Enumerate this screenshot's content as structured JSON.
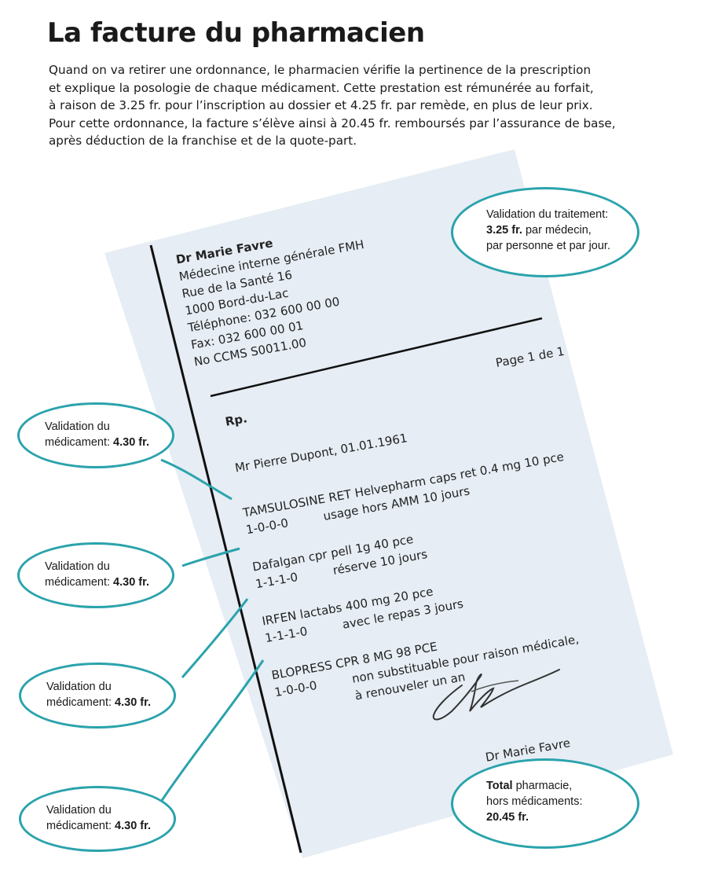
{
  "title": "La facture du pharmacien",
  "intro": [
    "Quand on va retirer une ordonnance, le pharmacien vérifie la pertinence de la prescription",
    "et explique la posologie de chaque médicament. Cette prestation est rémunérée au forfait,",
    "à raison de 3.25 fr. pour l’inscription au dossier et 4.25 fr. par remède, en plus de leur prix.",
    "Pour cette ordonnance, la facture s’élève ainsi à 20.45 fr. remboursés par l’assurance de base,",
    "après déduction de la franchise et de la quote-part."
  ],
  "prescription": {
    "doctor_name": "Dr Marie Favre",
    "doctor_lines": [
      "Médecine interne générale FMH",
      "Rue de la Santé 16",
      "1000 Bord-du-Lac",
      "Téléphone: 032 600 00 00",
      "Fax: 032 600 00 01",
      "No CCMS S0011.00"
    ],
    "page": "Page 1 de 1",
    "rp": "Rp.",
    "patient": "Mr Pierre Dupont, 01.01.1961",
    "items": [
      {
        "name": "TAMSULOSINE RET Helvepharm caps ret 0.4 mg 10 pce",
        "dose": "1-0-0-0",
        "note": "usage hors AMM 10 jours"
      },
      {
        "name": "Dafalgan cpr pell 1g 40 pce",
        "dose": "1-1-1-0",
        "note": "réserve 10 jours"
      },
      {
        "name": "IRFEN lactabs 400 mg 20 pce",
        "dose": "1-1-1-0",
        "note": "avec le repas 3 jours"
      },
      {
        "name": "BLOPRESS CPR 8 MG 98 PCE",
        "dose": "1-0-0-0",
        "note": "non substituable pour raison médicale,",
        "note2": "à renouveler un an"
      }
    ],
    "signature_name": "Dr Marie Favre"
  },
  "bubbles": {
    "traitement": {
      "line1": "Validation du traitement:",
      "amount": "3.25 fr.",
      "line2": "par médecin,",
      "line3": "par personne et par jour."
    },
    "medicament_label1": "Validation du",
    "medicament_label2": "médicament:",
    "medicament_amount": "4.30 fr.",
    "total": {
      "bold": "Total",
      "line1": "pharmacie,",
      "line2": "hors médicaments:",
      "amount": "20.45 fr."
    }
  },
  "colors": {
    "accent": "#2aa3ac",
    "paper": "#e6edf4"
  }
}
